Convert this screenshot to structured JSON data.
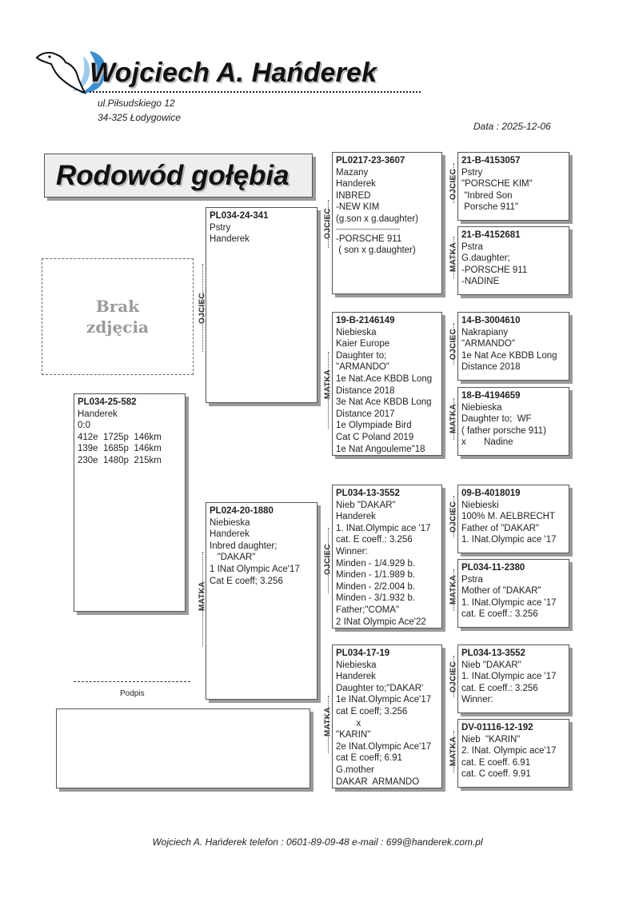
{
  "header": {
    "name": "Wojciech A. Hańderek",
    "address_line1": "ul.Piłsudskiego 12",
    "address_line2": "34-325 Łodygowice",
    "date": "Data :  2025-12-06",
    "doc_title": "Rodowód gołębia"
  },
  "photo": {
    "line1": "Brak",
    "line2": "zdjęcia"
  },
  "signature": {
    "label": "Podpis"
  },
  "labels": {
    "father": "OJCIEC",
    "mother": "MATKA"
  },
  "subject": {
    "id": "PL034-25-582",
    "lines": [
      "",
      "Handerek",
      "0:0",
      "412e  1725p  146km",
      "139e  1685p  146km",
      "230e  1480p  215km"
    ]
  },
  "gen1": [
    {
      "id": "PL034-24-341",
      "lines": [
        "",
        "Pstry",
        "Handerek"
      ]
    },
    {
      "id": "PL024-20-1880",
      "lines": [
        "",
        "Niebieska",
        "Handerek",
        "Inbred daughter;",
        "   \"DAKAR\"",
        "1 INat Olympic Ace'17",
        "Cat E coeff; 3.256"
      ]
    }
  ],
  "gen2": [
    {
      "id": "PL0217-23-3607",
      "lines": [
        "Mazany",
        "Handerek",
        "INBRED",
        "-NEW KIM",
        "(g.son x g.daughter)",
        "-------------------------------------",
        "-PORSCHE 911",
        " ( son x g.daughter)"
      ]
    },
    {
      "id": "19-B-2146149",
      "lines": [
        "Niebieska",
        "Kaier Europe",
        "Daughter to;",
        "\"ARMANDO\"",
        "1e Nat.Ace KBDB Long",
        "Distance 2018",
        "3e Nat Ace KBDB Long",
        "Distance 2017",
        "1e Olympiade Bird",
        "Cat C Poland 2019",
        "1e Nat Angouleme\"18"
      ]
    },
    {
      "id": "PL034-13-3552",
      "lines": [
        "Nieb \"DAKAR\"",
        "Handerek",
        "1. INat.Olympic ace '17",
        "cat. E coeff.: 3.256",
        "Winner:",
        "Minden - 1/4.929 b.",
        "Minden - 1/1.989 b.",
        "Minden - 2/2.004 b.",
        "Minden - 3/1.932 b.",
        "Father;\"COMA\"",
        "2 INat Olympic Ace'22"
      ]
    },
    {
      "id": "PL034-17-19",
      "lines": [
        "Niebieska",
        "Handerek",
        "Daughter to;\"DAKAR'",
        "1e INat.Olympic Ace'17",
        "cat E coeff; 3.256",
        "        x",
        "\"KARIN\"",
        "2e INat.Olympic Ace'17",
        "cat E coeff; 6.91",
        "G.mother",
        "DAKAR  ARMANDO"
      ]
    }
  ],
  "gen3": [
    {
      "id": "21-B-4153057",
      "lines": [
        "Pstry",
        "\"PORSCHE KIM\"",
        " \"Inbred Son",
        " Porsche 911\""
      ]
    },
    {
      "id": "21-B-4152681",
      "lines": [
        "Pstra",
        "G.daughter;",
        "-PORSCHE 911",
        "-NADINE"
      ]
    },
    {
      "id": "14-B-3004610",
      "lines": [
        "Nakrapiany",
        "\"ARMANDO\"",
        "1e Nat Ace KBDB Long",
        "Distance 2018"
      ]
    },
    {
      "id": "18-B-4194659",
      "lines": [
        "Niebieska",
        "Daughter to;  WF",
        "( father porsche 911)",
        "x       Nadine"
      ]
    },
    {
      "id": "09-B-4018019",
      "lines": [
        "Niebieski",
        "100% M. AELBRECHT",
        "Father of \"DAKAR\"",
        "1. INat.Olympic ace '17"
      ]
    },
    {
      "id": "PL034-11-2380",
      "lines": [
        "Pstra",
        "Mother of \"DAKAR\"",
        "1. INat.Olympic ace '17",
        "cat. E coeff.: 3.256"
      ]
    },
    {
      "id": "PL034-13-3552",
      "lines": [
        "Nieb \"DAKAR\"",
        "1. INat.Olympic ace '17",
        "cat. E coeff.: 3.256",
        "Winner:"
      ]
    },
    {
      "id": "DV-01116-12-192",
      "lines": [
        "Nieb  \"KARIN\"",
        "2. INat. Olympic ace'17",
        "cat. E coeff. 6.91",
        "cat. C coeff. 9.91"
      ]
    }
  ],
  "footer": {
    "text": "Wojciech A. Hańderek   telefon : 0601-89-09-48   e-mail : 699@handerek.com.pl"
  }
}
